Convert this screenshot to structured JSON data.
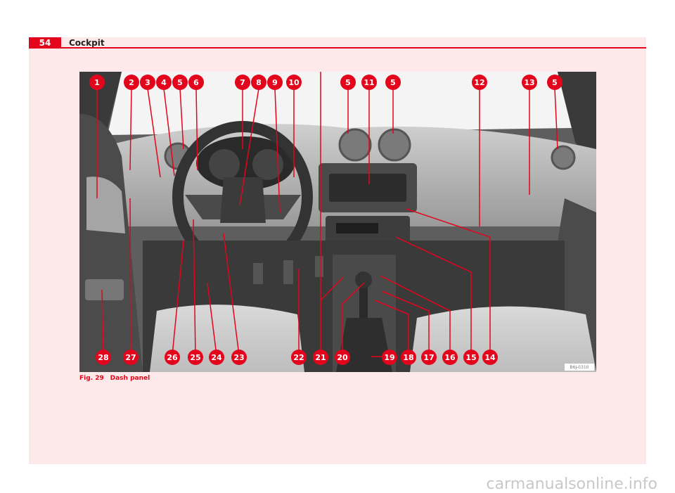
{
  "header": {
    "page_number": "54",
    "section_title": "Cockpit",
    "accent_color": "#e3051b"
  },
  "figure": {
    "label": "Fig. 29",
    "title": "Dash panel",
    "image_code": "B6J-0310",
    "callouts_top": [
      "1",
      "2",
      "3",
      "4",
      "5",
      "6",
      "7",
      "8",
      "9",
      "10",
      "5",
      "11",
      "5",
      "12",
      "13",
      "5"
    ],
    "callouts_bottom": [
      "28",
      "27",
      "26",
      "25",
      "24",
      "23",
      "22",
      "21",
      "20",
      "19",
      "18",
      "17",
      "16",
      "15",
      "14"
    ]
  },
  "watermark": "carmanualsonline.info"
}
